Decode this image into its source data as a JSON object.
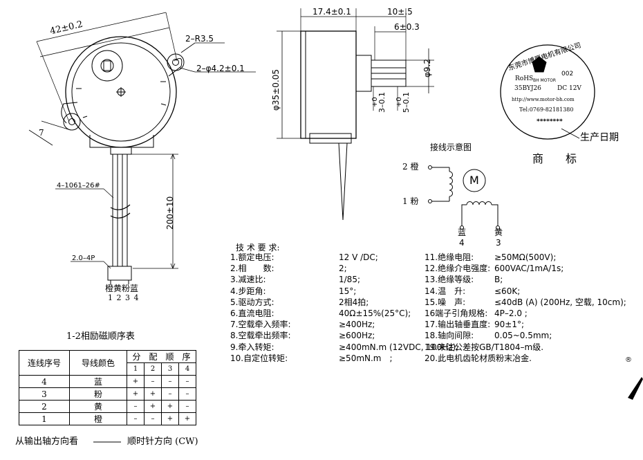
{
  "dims": {
    "d42": "42±0.2",
    "r35": "2–R3.5",
    "d42hole": "2–φ4.2±0.1",
    "d7": "7",
    "d174": "17.4±0.1",
    "d10": "10±.5",
    "d6": "6±0.3",
    "d92": "φ9.2",
    "d35": "φ35±0.05",
    "tol3a": "+0",
    "tol3b": "3–0.1",
    "tol5a": "+0",
    "tol5b": "5–0.1",
    "d200": "200±10",
    "wire": "4–1061–26#",
    "conn": "2.0–4P",
    "colors": "橙黄粉蓝",
    "pins": "1 2 3 4"
  },
  "logo": {
    "company": "东莞市博厚电机有限公司",
    "rohs": "RoHS",
    "model_no": "002",
    "brand": "BH MOTOR",
    "model": "35BYJ26",
    "voltage": "DC 12V",
    "url": "http://www.motor-bh.com",
    "tel": "Tel:0769-82181380",
    "stars": "********",
    "prod_date": "生产日期",
    "trademark": "商　　标"
  },
  "wiring": {
    "title": "接线示意图",
    "w2": "2  橙",
    "w1": "1  粉",
    "motor": "M",
    "blue": "蓝",
    "n4": "4",
    "yellow": "黄",
    "n3": "3"
  },
  "specs": {
    "title": "技 术 要 求:",
    "left": [
      {
        "label": "1.额定电压:",
        "value": "12 V /DC;"
      },
      {
        "label": "2.相　　数:",
        "value": "2;"
      },
      {
        "label": "3.减速比:",
        "value": "1/85;"
      },
      {
        "label": "4.步距角:",
        "value": "15°;"
      },
      {
        "label": "5.驱动方式:",
        "value": "2相4拍;"
      },
      {
        "label": "6.直流电阻:",
        "value": "40Ω±15%(25°C);"
      },
      {
        "label": "7.空载牵入频率:",
        "value": "≥400Hz;"
      },
      {
        "label": "8.空载牵出频率:",
        "value": "≥600Hz;"
      },
      {
        "label": "9.牵入转矩:",
        "value": "≥400mN.m (12VDC, 100Hz);"
      },
      {
        "label": "10.自定位转矩:",
        "value": "≥50mN.m　;"
      }
    ],
    "right": [
      {
        "label": "11.绝缘电阻:",
        "value": "≥50MΩ(500V);"
      },
      {
        "label": "12.绝缘介电强度:",
        "value": "600VAC/1mA/1s;"
      },
      {
        "label": "13.绝缘等级:",
        "value": "B;"
      },
      {
        "label": "14.温　升:",
        "value": "≤60K;"
      },
      {
        "label": "15.噪　声:",
        "value": "≤40dB (A) (200Hz, 空载, 10cm);"
      },
      {
        "label": "16端子引角规格:",
        "value": "4P–2.0 ;"
      },
      {
        "label": "17.输出轴垂直度:",
        "value": "90±1°;"
      },
      {
        "label": "18.轴向间隙:",
        "value": "0.05~0.5mm;"
      },
      {
        "label": "19.未注公差按GB/T1804–m级.",
        "value": ""
      },
      {
        "label": "20.此电机齿轮材质粉末冶金.",
        "value": ""
      }
    ]
  },
  "sequence": {
    "title": "1-2相励磁顺序表",
    "h_no": "连线序号",
    "h_color": "导线颜色",
    "h_order": "分　配　顺　序",
    "steps": [
      "1",
      "2",
      "3",
      "4"
    ],
    "rows": [
      {
        "no": "4",
        "color": "蓝",
        "cells": [
          "+",
          "–",
          "–",
          "–"
        ]
      },
      {
        "no": "3",
        "color": "粉",
        "cells": [
          "+",
          "+",
          "–",
          "–"
        ]
      },
      {
        "no": "2",
        "color": "黄",
        "cells": [
          "–",
          "+",
          "+",
          "–"
        ]
      },
      {
        "no": "1",
        "color": "橙",
        "cells": [
          "–",
          "–",
          "+",
          "+"
        ]
      }
    ]
  },
  "footer": {
    "left": "从输出轴方向看",
    "right": "顺时针方向 (CW)"
  },
  "reg": "®"
}
